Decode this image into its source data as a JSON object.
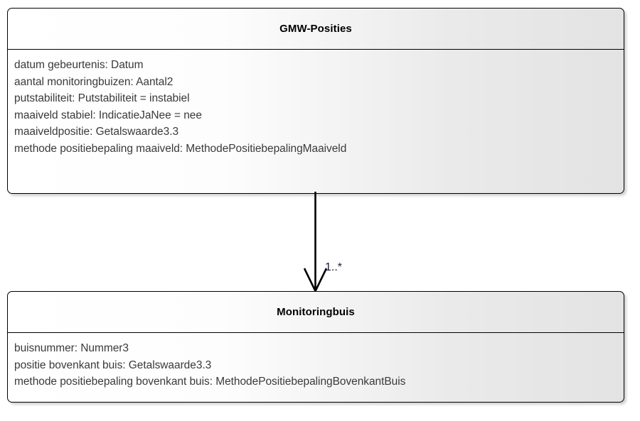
{
  "diagram": {
    "type": "uml-class-diagram",
    "background_color": "#ffffff",
    "classes": [
      {
        "id": "gmw-posities",
        "name": "GMW-Posities",
        "attributes": [
          "datum gebeurtenis: Datum",
          "aantal monitoringbuizen: Aantal2",
          "putstabiliteit: Putstabiliteit = instabiel",
          "maaiveld stabiel: IndicatieJaNee = nee",
          "maaiveldpositie: Getalswaarde3.3",
          "methode positiebepaling maaiveld: MethodePositiebepalingMaaiveld"
        ]
      },
      {
        "id": "monitoringbuis",
        "name": "Monitoringbuis",
        "attributes": [
          "buisnummer: Nummer3",
          "positie bovenkant buis: Getalswaarde3.3",
          "methode positiebepaling bovenkant buis: MethodePositiebepalingBovenkantBuis"
        ]
      }
    ],
    "association": {
      "source": "GMW-Posities",
      "target": "Monitoringbuis",
      "multiplicity": "1..*",
      "arrow_style": "open-arrowhead",
      "direction": "down",
      "line_color": "#000000"
    }
  }
}
